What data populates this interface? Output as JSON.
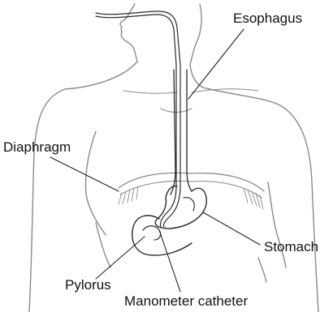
{
  "labels": {
    "esophagus": "Esophagus",
    "diaphragm": "Diaphragm",
    "stomach": "Stomach",
    "pylorus": "Pylorus",
    "manometer_catheter": "Manometer catheter"
  },
  "colors": {
    "outline": "#8a8a8a",
    "organ": "#2a2a2a",
    "leader": "#222222",
    "text": "#111111"
  }
}
